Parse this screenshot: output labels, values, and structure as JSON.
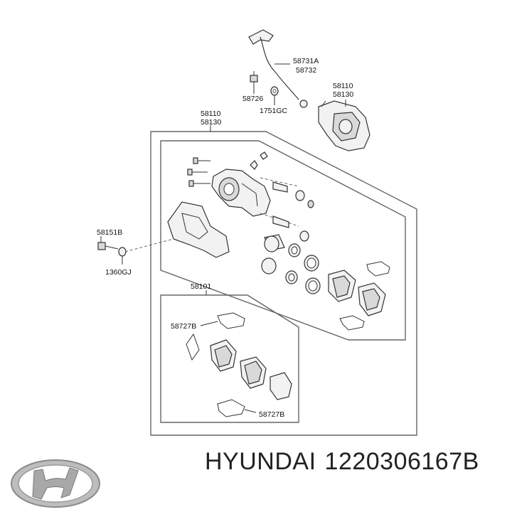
{
  "labels": {
    "hose_a": "58731A",
    "hose_b": "58732",
    "bolt": "58726",
    "washer": "1751GC",
    "cal_a": "58110",
    "cal_b": "58130",
    "main_a": "58110",
    "main_b": "58130",
    "guide_bolt": "58151B",
    "guide_washer": "1360GJ",
    "pad_kit": "58101",
    "clip_top": "58727B",
    "clip_bottom": "58727B"
  },
  "brand": {
    "name": "HYUNDAI",
    "part_number": "1220306167B"
  }
}
